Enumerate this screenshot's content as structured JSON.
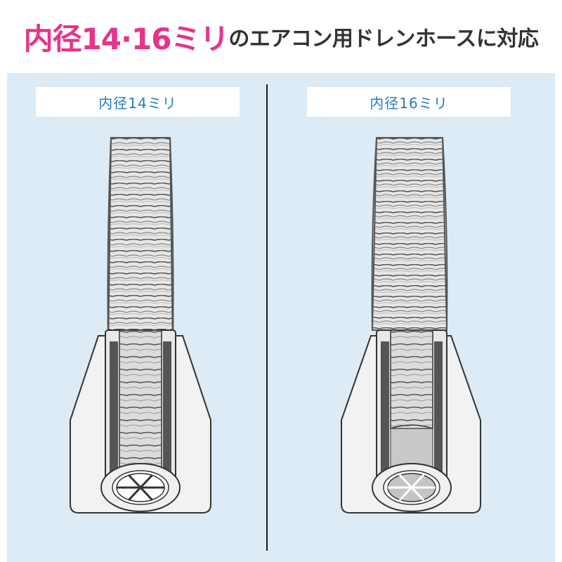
{
  "headline": {
    "emphasis": "内径14·16ミリ",
    "rest": "のエアコン用ドレンホースに対応"
  },
  "panels": [
    {
      "label": "内径14ミリ"
    },
    {
      "label": "内径16ミリ"
    }
  ],
  "colors": {
    "accent_pink": "#e8338a",
    "label_blue": "#1e7dbf",
    "panel_background": "#dcebf6",
    "text_dark": "#333333"
  },
  "icons": [
    "drain-hose-icon",
    "hose-connector-icon",
    "strainer-grate-icon"
  ]
}
